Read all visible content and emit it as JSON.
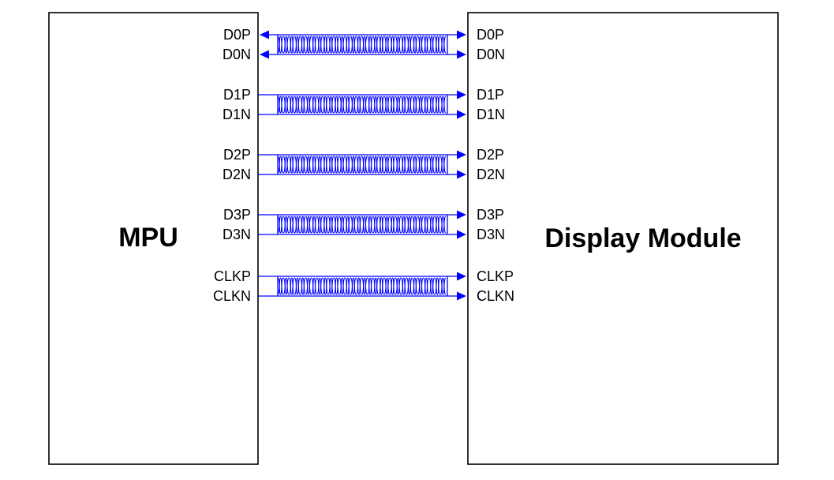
{
  "mpu": {
    "title": "MPU",
    "pins": [
      "D0P",
      "D0N",
      "D1P",
      "D1N",
      "D2P",
      "D2N",
      "D3P",
      "D3N",
      "CLKP",
      "CLKN"
    ]
  },
  "display": {
    "title": "Display Module",
    "pins": [
      "D0P",
      "D0N",
      "D1P",
      "D1N",
      "D2P",
      "D2N",
      "D3P",
      "D3N",
      "CLKP",
      "CLKN"
    ]
  },
  "lanes": [
    {
      "positive": "D0P",
      "negative": "D0N",
      "direction": "bidirectional"
    },
    {
      "positive": "D1P",
      "negative": "D1N",
      "direction": "mpu-to-display"
    },
    {
      "positive": "D2P",
      "negative": "D2N",
      "direction": "mpu-to-display"
    },
    {
      "positive": "D3P",
      "negative": "D3N",
      "direction": "mpu-to-display"
    },
    {
      "positive": "CLKP",
      "negative": "CLKN",
      "direction": "mpu-to-display"
    }
  ],
  "colors": {
    "wire": "#0000ff",
    "outline": "#000000",
    "background": "#ffffff"
  }
}
